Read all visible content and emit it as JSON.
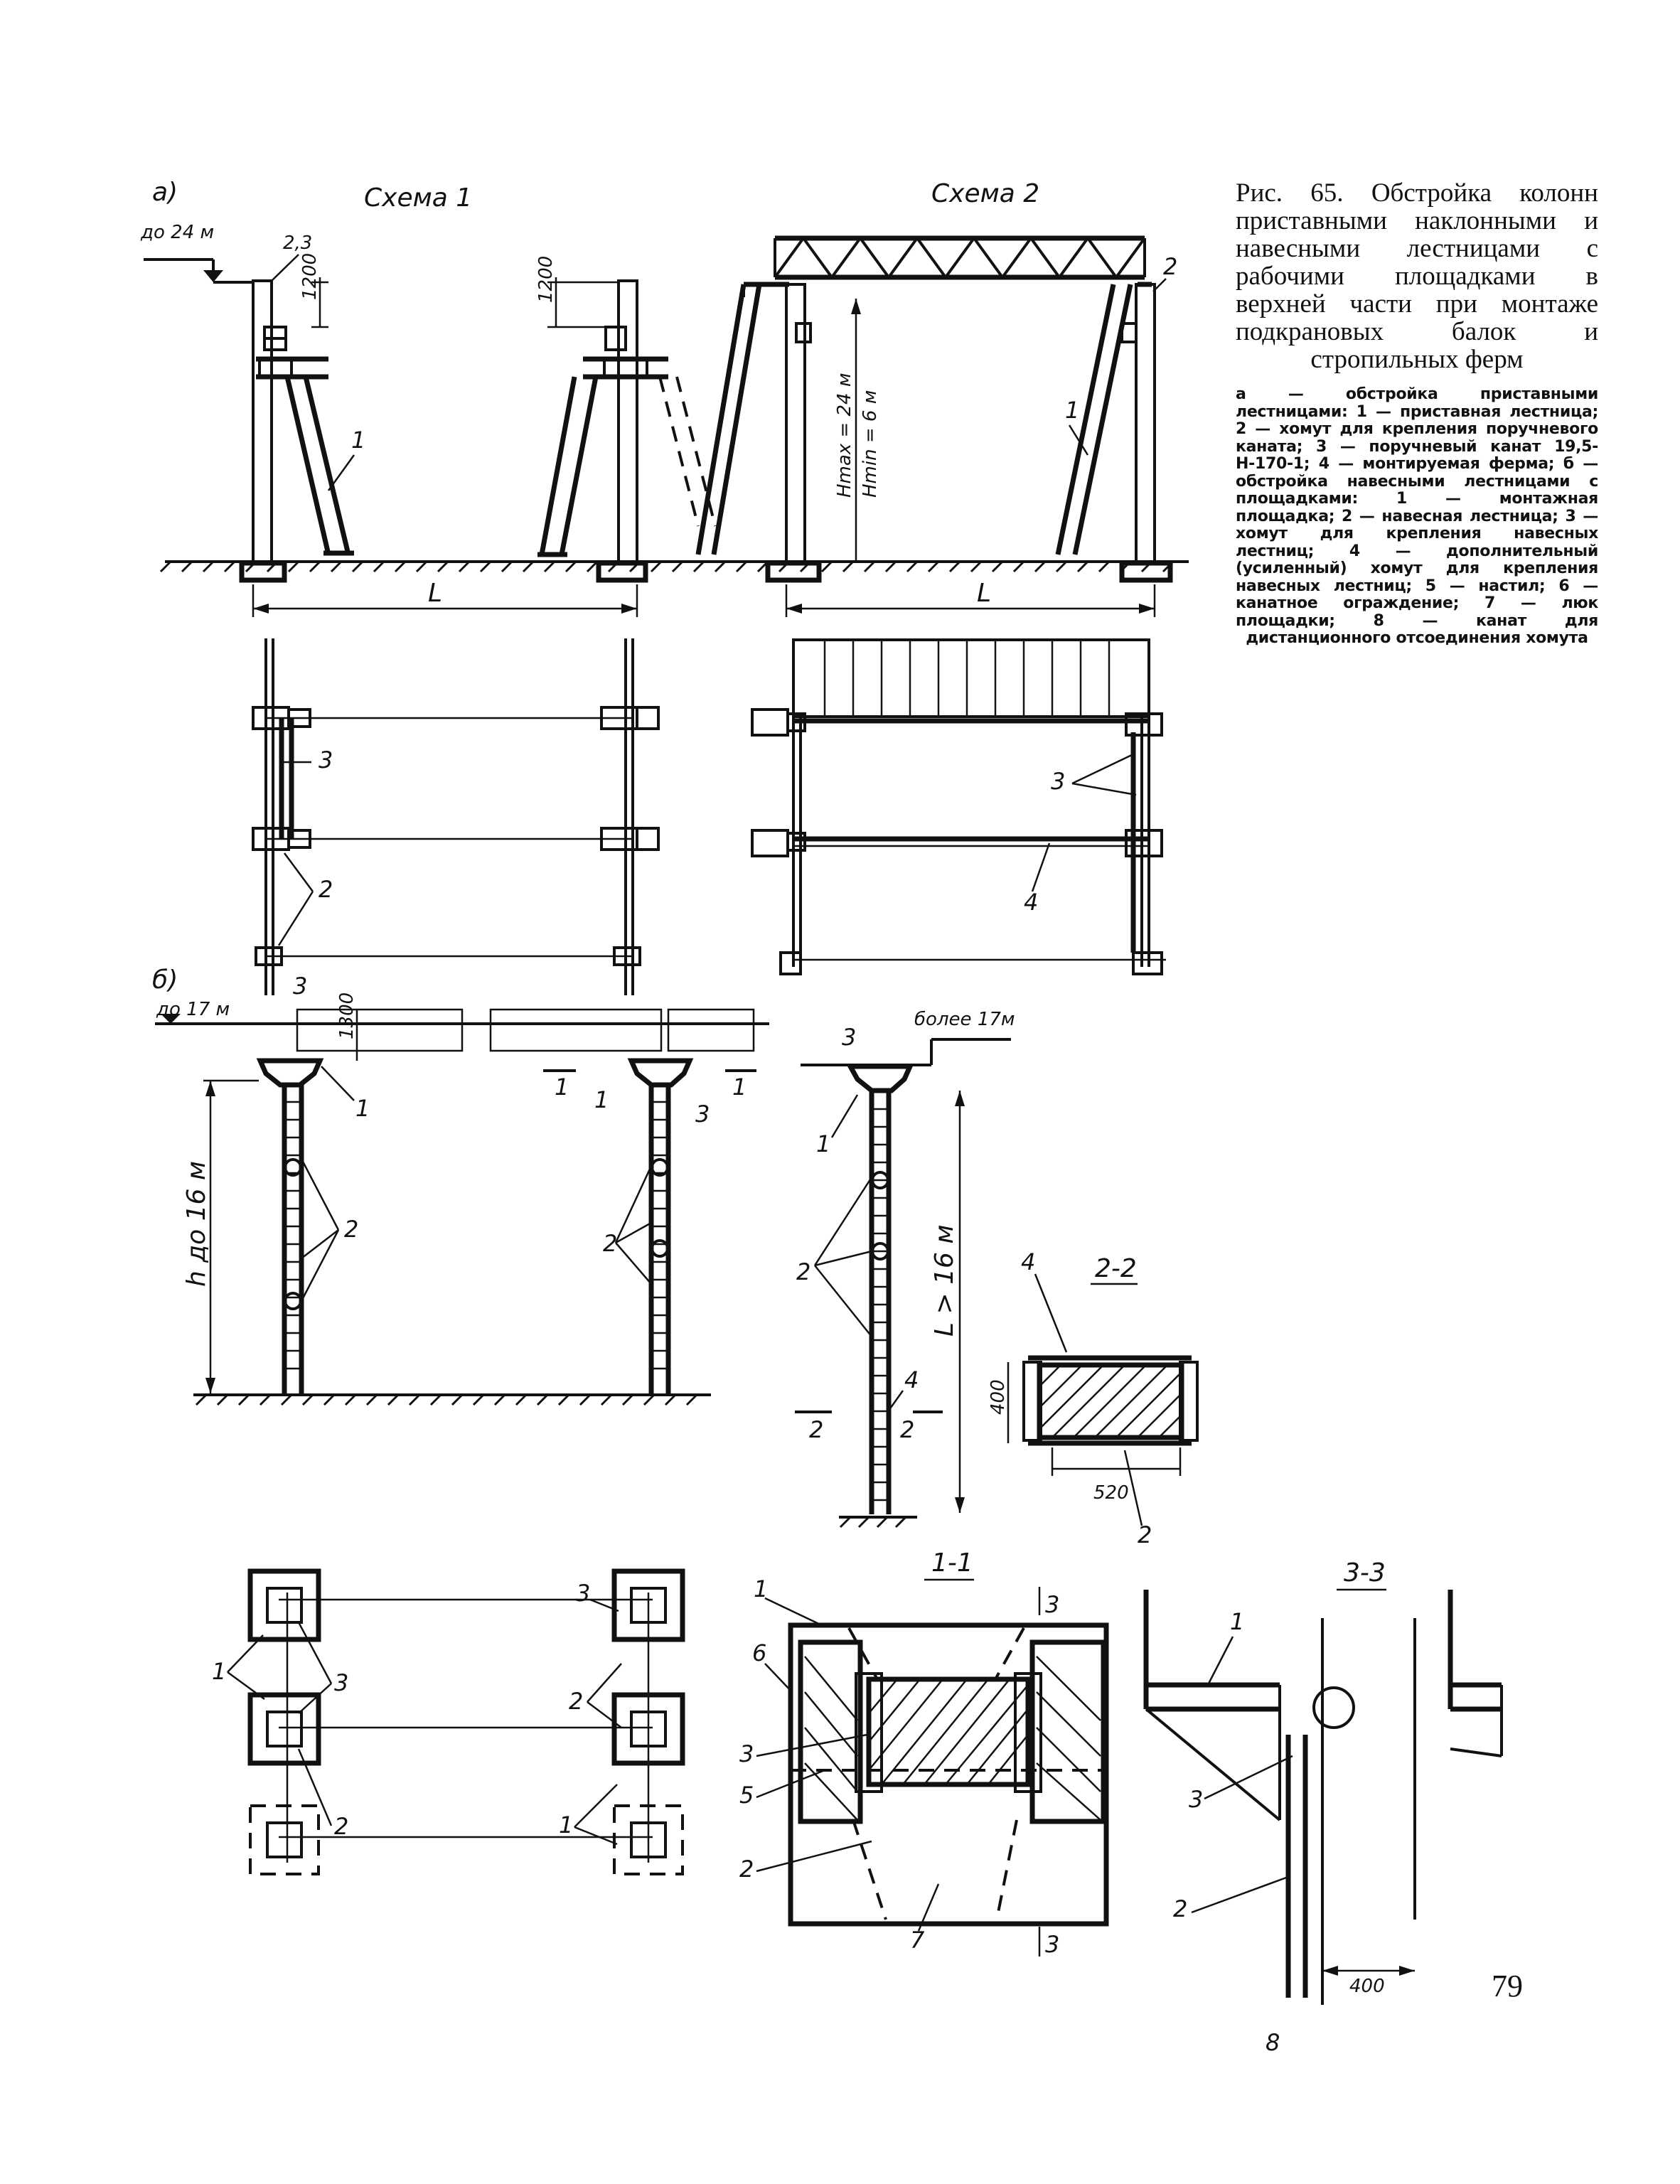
{
  "figure": {
    "title": "Рис. 65. Обстройка колонн приставными наклонными и навесными лестницами с рабочими площадками в верхней части при монтаже подкрановых балок и стропильных ферм",
    "description": "а — обстройка приставными лестницами: 1 — приставная лестница; 2 — хомут для крепления поручневого каната; 3 — поручневый канат 19,5-Н-170-1; 4 — монтируемая ферма; б — обстройка навесными лестницами с площадками: 1 — монтажная площадка; 2 — навесная лестница; 3 — хомут для крепления навесных лестниц; 4 — дополнительный (усиленный) хомут для крепления навесных лестниц; 5 — настил; 6 — канатное ограждение; 7 — люк площадки; 8 — канат для дистанционного отсоединения хомута"
  },
  "page_number": "79",
  "labels": {
    "part_a": "а)",
    "part_b": "б)",
    "scheme1": "Схема 1",
    "scheme2": "Схема 2",
    "height_24": "до 24 м",
    "height_17": "до 17 м",
    "height_more17": "более 17м",
    "dim_1200": "1200",
    "dim_1300": "1300",
    "dim_400": "400",
    "dim_520": "520",
    "span_L": "L",
    "hmax": "Hmax = 24 м",
    "hmin": "Hmin = 6 м",
    "h16": "h до 16 м",
    "L16": "L > 16 м",
    "sec_22": "2-2",
    "sec_11": "1-1",
    "sec_33": "3-3",
    "n1": "1",
    "n2": "2",
    "n3": "3",
    "n4": "4",
    "n5": "5",
    "n6": "6",
    "n7": "7",
    "n8": "8",
    "n23": "2,3"
  }
}
